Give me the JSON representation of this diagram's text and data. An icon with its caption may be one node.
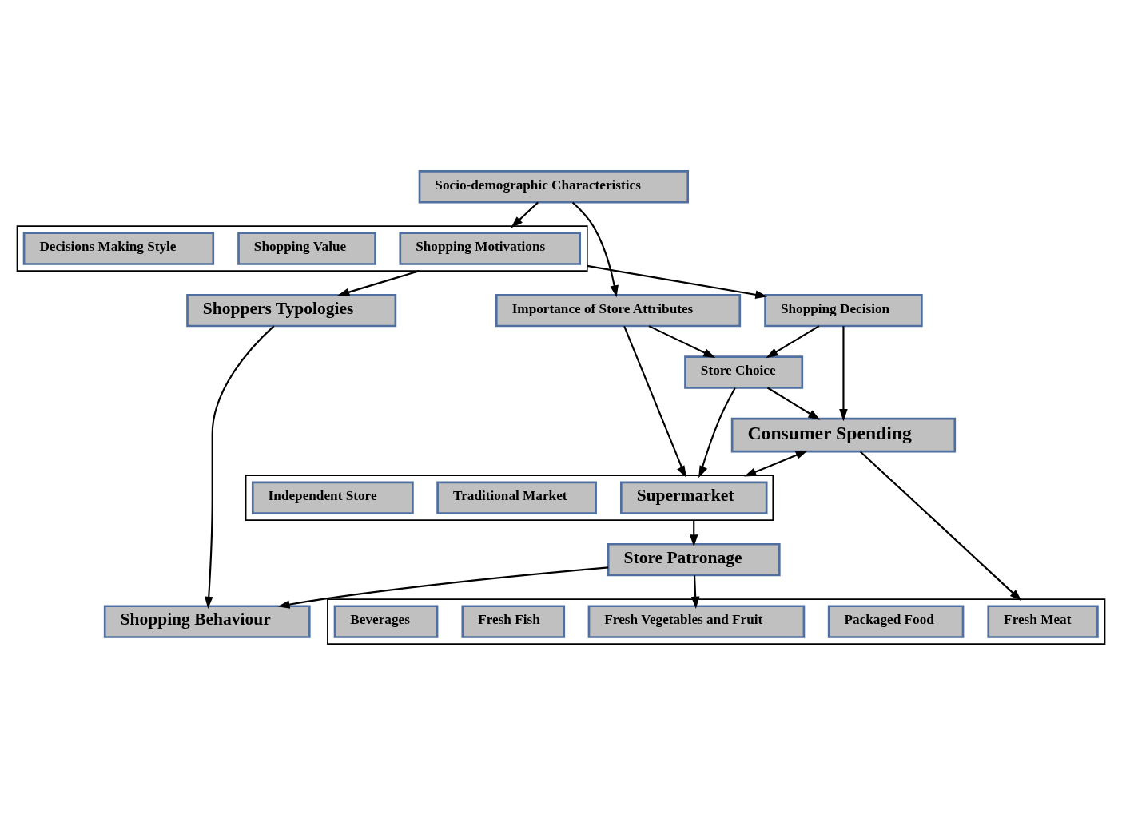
{
  "diagram": {
    "nodes": [
      {
        "text": [],
        "shape": "box"
      },
      {
        "text": [
          "Shopping Motivations"
        ],
        "in": 0
      },
      {
        "text": [
          "Shopping Value"
        ],
        "in": 0
      },
      {
        "text": [
          "Decisions Making Style"
        ],
        "in": 0
      },
      {
        "text": [
          "Socio-demographic Characteristics"
        ]
      },
      {
        "text": [
          "Importance of Store Attributes"
        ]
      },
      {
        "text": [],
        "shape": "box"
      },
      {
        "text": [
          "Supermarket"
        ],
        "in": 6
      },
      {
        "text": [
          "Traditional Market"
        ],
        "in": 6
      },
      {
        "text": [
          "Independent Store"
        ],
        "in": 6
      },
      {
        "text": [
          "Shopping Decision"
        ]
      },
      {
        "text": [
          "Store Choice"
        ]
      },
      {
        "text": [
          "Consumer Spending"
        ]
      },
      {
        "text": [],
        "shape": "box"
      },
      {
        "text": [
          "Fresh Meat"
        ],
        "in": 13
      },
      {
        "text": [
          "Packaged Food"
        ],
        "in": 13
      },
      {
        "text": [
          "Fresh Vegetables and Fruit"
        ],
        "in": 13
      },
      {
        "text": [
          "Fresh Fish"
        ],
        "in": 13
      },
      {
        "text": [
          "Beverages"
        ],
        "in": 13
      },
      {
        "text": [
          "Shoppers Typologies"
        ]
      },
      {
        "text": [
          "Store Patronage"
        ]
      },
      {
        "text": [
          "Shopping Behaviour"
        ]
      }
    ],
    "edges": [
      {
        "from": 4,
        "to": 0,
        "arrow": "to"
      },
      {
        "from": 4,
        "to": 5,
        "arrow": "to"
      },
      {
        "from": 5,
        "to": 6,
        "arrow": "to"
      },
      {
        "from": 5,
        "to": 11,
        "arrow": "to"
      },
      {
        "from": 0,
        "to": 10,
        "arrow": "to"
      },
      {
        "from": 10,
        "to": 11,
        "arrow": "to"
      },
      {
        "from": 11,
        "to": 6,
        "arrow": "to"
      },
      {
        "from": 10,
        "to": 12,
        "arrow": "to"
      },
      {
        "from": 11,
        "to": 12,
        "arrow": "to"
      },
      {
        "from": 12,
        "to": 6,
        "arrow": "both"
      },
      {
        "from": 12,
        "to": 13,
        "arrow": "to"
      },
      {
        "from": 0,
        "to": 19,
        "arrow": "to"
      },
      {
        "from": 6,
        "to": 20,
        "arrow": "to"
      },
      {
        "from": 20,
        "to": 16,
        "arrow": "to"
      },
      {
        "from": 19,
        "to": 21,
        "arrow": "to"
      },
      {
        "from": 20,
        "to": 21,
        "arrow": "to"
      }
    ]
  }
}
